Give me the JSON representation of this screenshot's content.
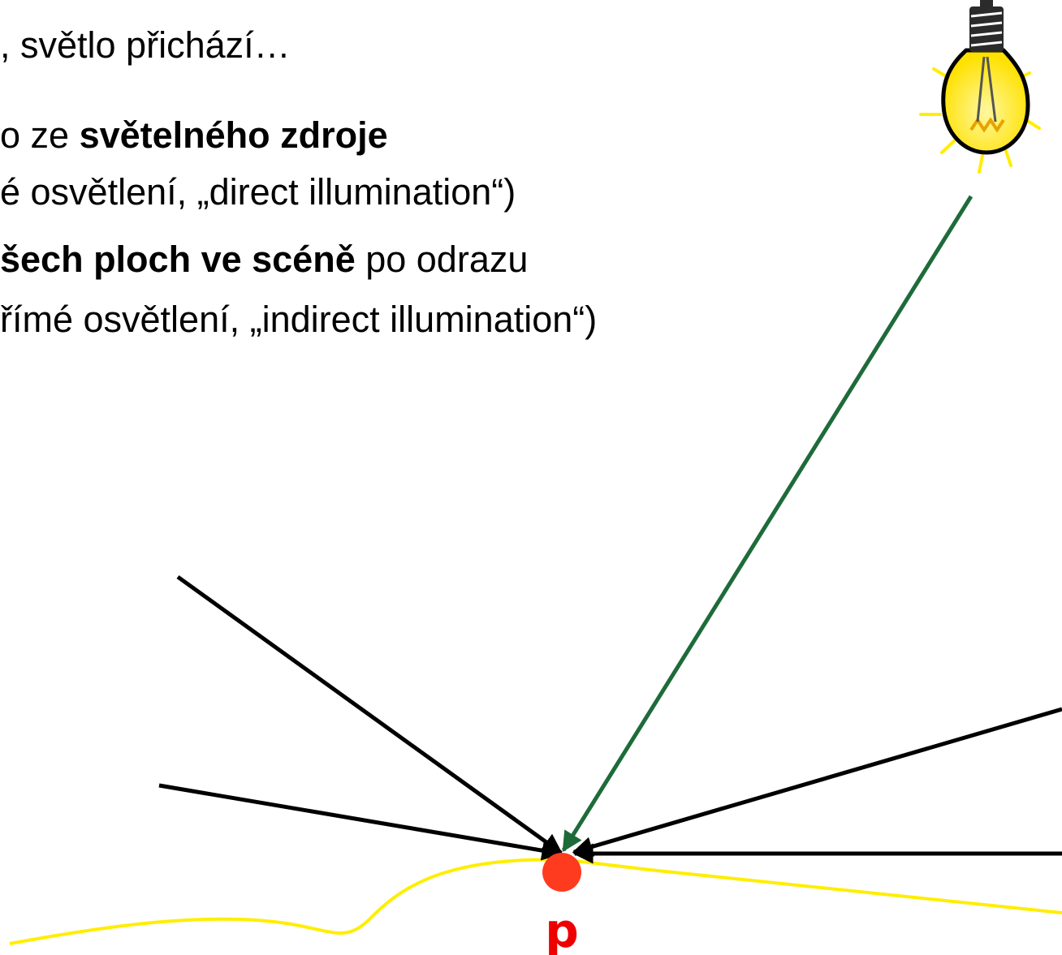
{
  "text": {
    "line1": ", světlo přichází…",
    "line2": {
      "prefix": "o ze ",
      "bold": "světelného zdroje"
    },
    "line3": "é osvětlení, „direct illumination“)",
    "line4": {
      "bold": "šech ploch ve scéně",
      "suffix": " po odrazu"
    },
    "line5": "římé osvětlení, „indirect illumination“)"
  },
  "diagram": {
    "point_label": "p",
    "colors": {
      "text": "#000000",
      "point": "#ff3b1f",
      "point_label": "#ee0000",
      "direct_ray": "#1e6b3a",
      "indirect_ray": "#000000",
      "surface": "#ffee00",
      "bulb_glass": "#ffee44",
      "bulb_rays": "#ffee00"
    },
    "icons": [
      "light-bulb-icon"
    ]
  }
}
